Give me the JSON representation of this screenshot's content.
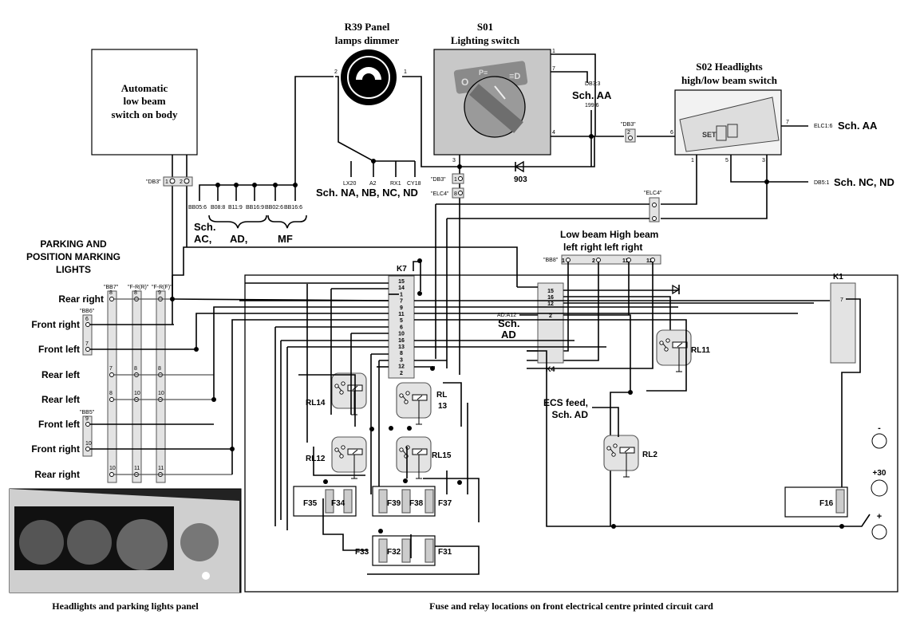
{
  "titles": {
    "auto_switch": [
      "Automatic",
      "low beam",
      "switch on body"
    ],
    "r39": [
      "R39 Panel",
      "lamps dimmer"
    ],
    "s01": [
      "S01",
      "Lighting switch"
    ],
    "s02": [
      "S02 Headlights",
      "high/low beam switch"
    ],
    "parking": [
      "PARKING AND",
      "POSITION MARKING",
      "LIGHTS"
    ],
    "beam_header": [
      "Low beam High beam",
      "left  right  left    right"
    ],
    "headlight_panel_caption": "Headlights and parking lights panel",
    "pcb_caption": "Fuse and relay locations on front electrical centre printed circuit card",
    "ecs_feed": [
      "ECS feed,",
      "Sch. AD"
    ]
  },
  "schematic_refs": {
    "sch_aa_top": "Sch. AA",
    "db3_3": "DB3:3",
    "ref_199": "199:6",
    "sch_na": "Sch. NA, NB, NC, ND",
    "sch_ac": [
      "Sch.",
      "AC,"
    ],
    "sch_ad_group": "AD,",
    "sch_mf": "MF",
    "elc1": "ELC1:6",
    "sch_aa_right": "Sch. AA",
    "db5": "DB5:1",
    "sch_nc_nd": "Sch. NC, ND",
    "ad_a12": "AD:A12",
    "sch_ad_k4": [
      "Sch.",
      "AD"
    ]
  },
  "na_pins": [
    "LX20",
    "A2",
    "RX1",
    "CY18"
  ],
  "ac_pins": [
    "BB05:6",
    "B08:8",
    "B11:9",
    "BB16:9",
    "BB02:6",
    "BB16:6"
  ],
  "connectors": {
    "db3_left": "\"DB3\"",
    "db3_mid": "\"DB3\"",
    "elc4_mid": "\"ELC4\"",
    "db3_right": "\"DB3\"",
    "elc4_right": "\"ELC4\"",
    "bb8": "\"BB8\"",
    "bb7": "\"BB7\"",
    "fr_r": "\"F-R(R)\"",
    "fr_f": "\"F-R(F)\"",
    "bb6": "\"BB6\"",
    "bb5": "\"BB5\""
  },
  "s01_pins": [
    "1",
    "7",
    "4",
    "3"
  ],
  "r39_pins": [
    "2",
    "1"
  ],
  "s02_pins": [
    "6",
    "7",
    "1",
    "5",
    "3"
  ],
  "diode_label": "903",
  "parking_rows": [
    {
      "label": "Rear right",
      "pins": [
        "8",
        "8",
        "9"
      ]
    },
    {
      "label": "Front right",
      "pins": [
        "6"
      ]
    },
    {
      "label": "Front left",
      "pins": [
        "7"
      ]
    },
    {
      "label": "Rear left",
      "pins": [
        "7",
        "8",
        "8"
      ]
    },
    {
      "label": "Rear left",
      "pins": [
        "8",
        "10",
        "10"
      ]
    },
    {
      "label": "Front left",
      "pins": [
        "9"
      ]
    },
    {
      "label": "Front right",
      "pins": [
        "10"
      ]
    },
    {
      "label": "Rear right",
      "pins": [
        "10",
        "11",
        "11"
      ]
    }
  ],
  "k7": {
    "label": "K7",
    "pins": [
      "15",
      "14",
      "1",
      "7",
      "9",
      "11",
      "5",
      "6",
      "10",
      "16",
      "13",
      "8",
      "3",
      "12",
      "2"
    ]
  },
  "k4": {
    "label": "K4",
    "pins": [
      "15",
      "16",
      "12",
      "2"
    ]
  },
  "k1": {
    "label": "K1",
    "pins": [
      "7"
    ]
  },
  "beam_pins": [
    "1",
    "2",
    "11",
    "12"
  ],
  "relays": [
    "RL14",
    "RL",
    "13",
    "RL12",
    "RL15",
    "RL11",
    "RL2"
  ],
  "fuses": [
    "F35",
    "F34",
    "F39",
    "F38",
    "F37",
    "F33",
    "F32",
    "F31",
    "F16"
  ],
  "battery_terms": [
    "-",
    "+30",
    "+"
  ]
}
